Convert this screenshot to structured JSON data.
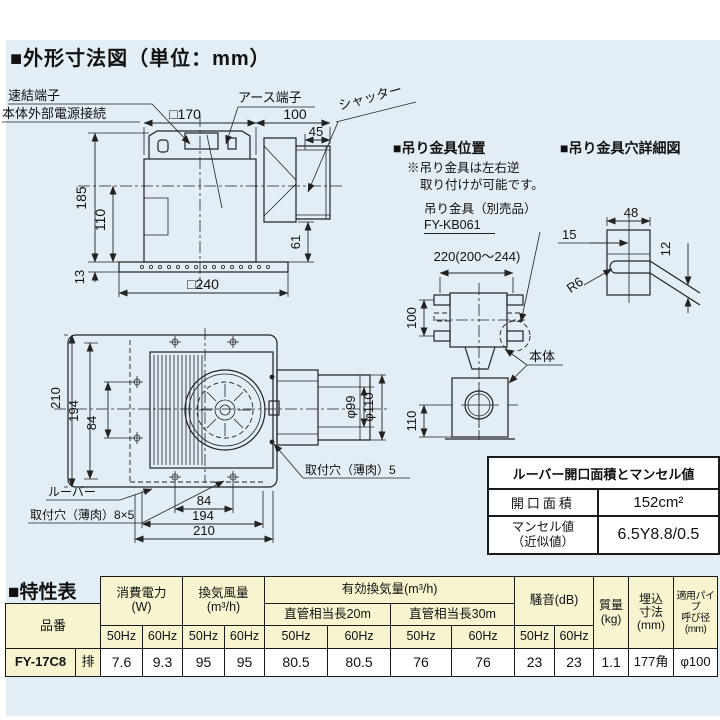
{
  "colors": {
    "panel_bg": "#e2edf6",
    "table_header_bg": "#f8f4d0",
    "line": "#1a1a1a",
    "cell_bg": "#ffffff"
  },
  "title": "■外形寸法図（単位：mm）",
  "sections": {
    "bracket_pos": "■吊り金具位置",
    "bracket_note1": "※吊り金具は左右逆",
    "bracket_note2": "取り付けが可能です。",
    "bracket_part_label": "吊り金具（別売品）",
    "bracket_part_no": "FY-KB061",
    "hole_detail": "■吊り金具穴詳細図",
    "spec_title": "■特性表"
  },
  "side": {
    "lbl_quick": "速結端子",
    "lbl_power": "本体外部電源接続",
    "lbl_earth": "アース端子",
    "lbl_shutter": "シャッター",
    "d170": "□170",
    "d100": "100",
    "d45": "45",
    "d185": "185",
    "d110": "110",
    "d13": "13",
    "d240": "□240",
    "d61": "61"
  },
  "bracket": {
    "d220": "220(200～244)",
    "d100": "100",
    "d110": "110",
    "lbl_body": "本体"
  },
  "detail": {
    "d48": "48",
    "d15": "15",
    "dR6": "R6",
    "d12": "12"
  },
  "bottom": {
    "v210": "210",
    "v194": "194",
    "v84": "84",
    "h84": "84",
    "h194": "194",
    "h210": "210",
    "d99": "φ99",
    "d110": "φ110",
    "lbl_louver": "ルーバー",
    "lbl_holes8": "取付穴（薄肉）8×5",
    "lbl_hole5": "取付穴（薄肉）5"
  },
  "louver_table": {
    "title": "ルーバー開口面積とマンセル値",
    "r1c1": "開口面積",
    "r1c2": "152cm²",
    "r2c1": "マンセル値\n（近似値）",
    "r2c2": "6.5Y8.8/0.5"
  },
  "spec": {
    "h": {
      "hinban": "品番",
      "power": "消費電力\n(W)",
      "airflow": "換気風量\n(m³/h)",
      "effective": "有効換気量(m³/h)",
      "duct20": "直管相当長20m",
      "duct30": "直管相当長30m",
      "noise": "騒音(dB)",
      "mass": "質量\n(kg)",
      "embed": "埋込\n寸法\n(mm)",
      "pipe": "適用パイプ\n呼び径\n(mm)",
      "hz50": "50Hz",
      "hz60": "60Hz"
    },
    "row": {
      "model": "FY-17C8",
      "type": "排",
      "p50": "7.6",
      "p60": "9.3",
      "a50": "95",
      "a60": "95",
      "e20_50": "80.5",
      "e20_60": "80.5",
      "e30_50": "76",
      "e30_60": "76",
      "n50": "23",
      "n60": "23",
      "mass": "1.1",
      "embed": "177角",
      "pipe": "φ100"
    }
  }
}
